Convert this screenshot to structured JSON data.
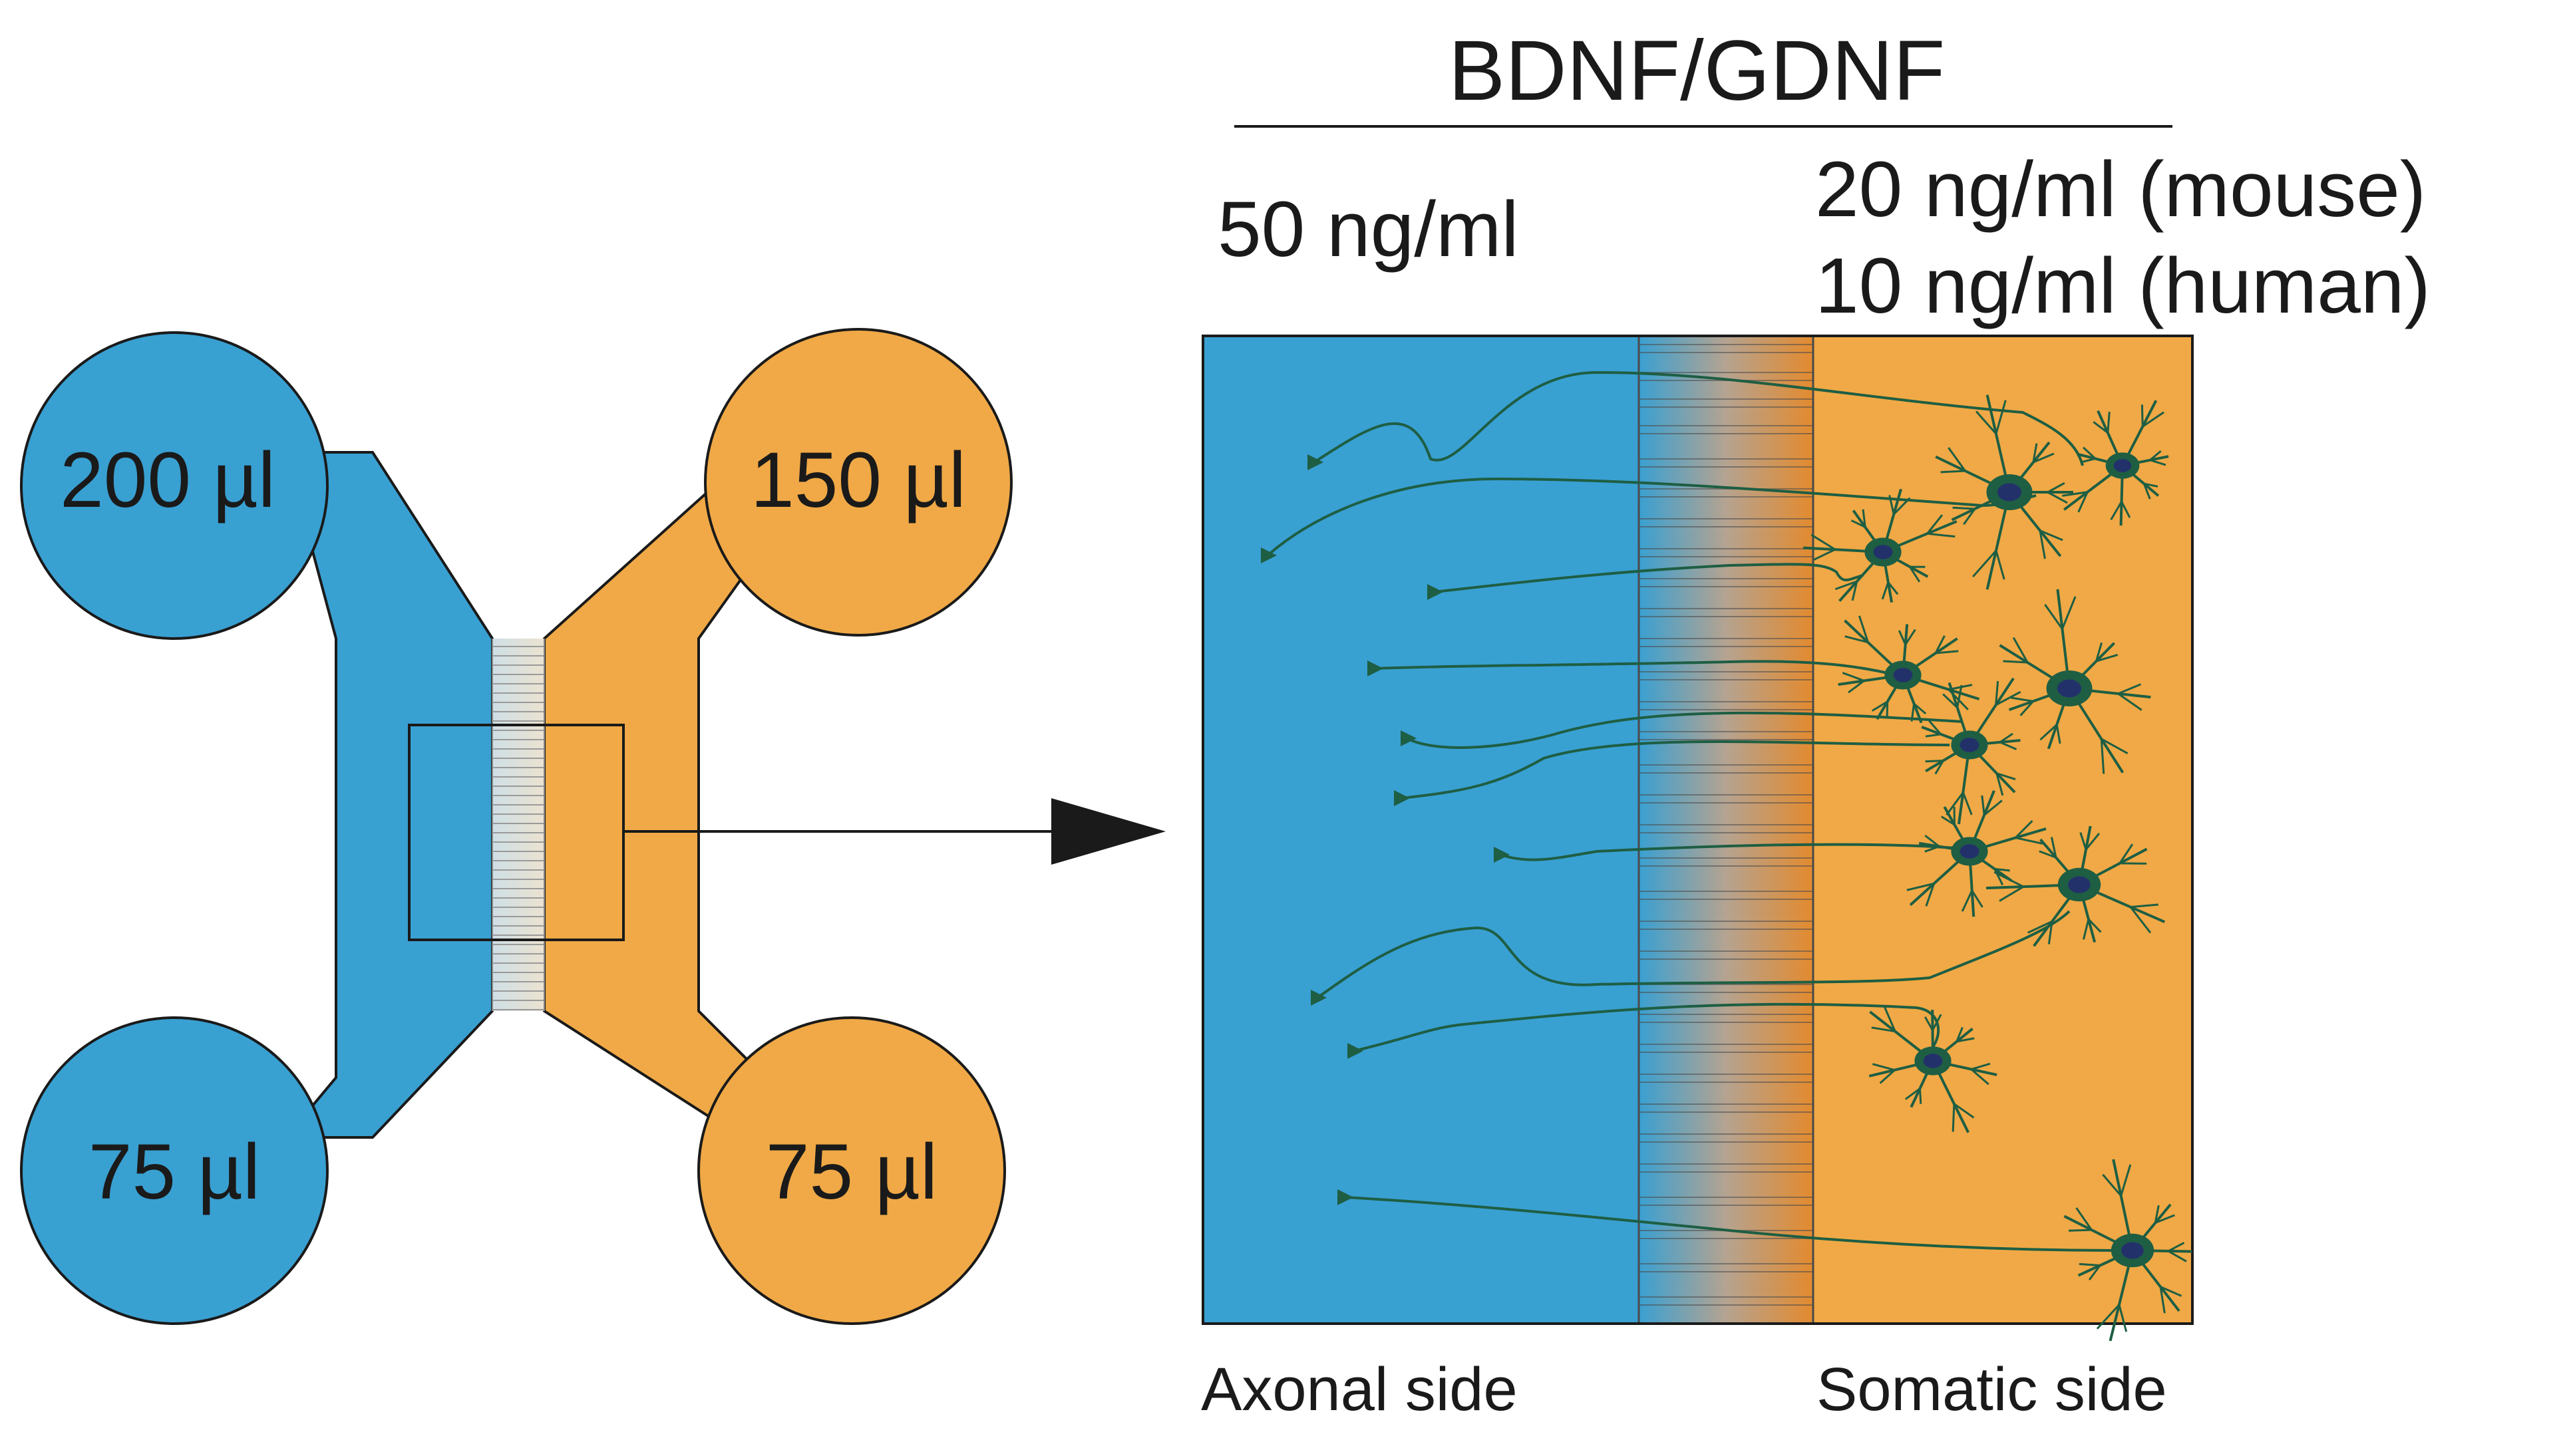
{
  "colors": {
    "axonal": "#39a0d2",
    "somatic": "#f0a946",
    "somatic_deep": "#e38a2e",
    "outline": "#1a1a1a",
    "neuron_body": "#1e5e43",
    "neuron_nucleus": "#23316b",
    "background": "#ffffff"
  },
  "chamber": {
    "wells": {
      "top_left": "200 µl",
      "bottom_left": "75 µl",
      "top_right": "150 µl",
      "bottom_right": "75 µl"
    }
  },
  "panel": {
    "factor_heading": "BDNF/GDNF",
    "axonal_concentration": "50 ng/ml",
    "somatic_concentration_mouse": "20 ng/ml (mouse)",
    "somatic_concentration_human": "10 ng/ml (human)",
    "axonal_label": "Axonal side",
    "somatic_label": "Somatic side"
  },
  "icons": [
    "zoom-arrow-icon",
    "neuron-icon",
    "axon-terminal-icon"
  ]
}
